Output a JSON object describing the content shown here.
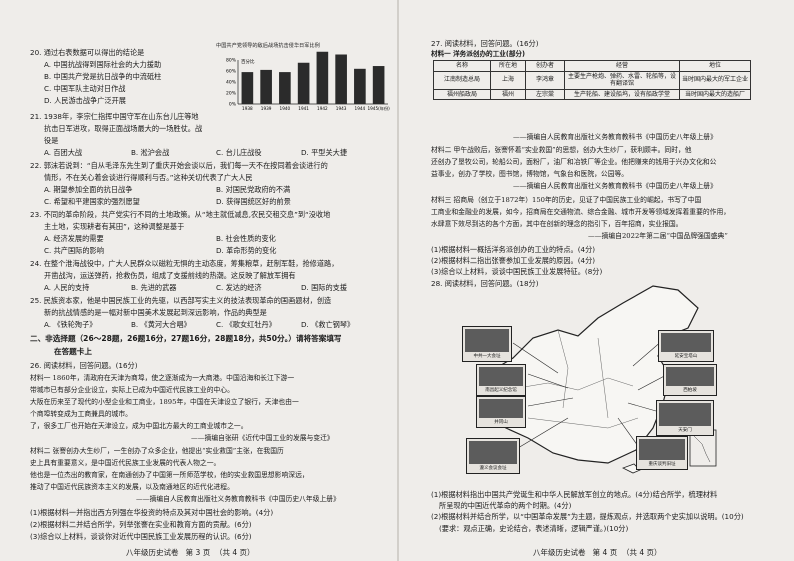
{
  "left": {
    "q20": {
      "stem": "20. 通过右表数据可以得出的结论是",
      "A": "A. 中国抗战得到国际社会的大力援助",
      "B": "B. 中国共产党是抗日战争的中流砥柱",
      "C": "C. 中国军队主动对日作战",
      "D": "D. 人民游击战争广泛开展"
    },
    "q21": {
      "line1": "21. 1938年，李宗仁指挥中国守军在山东台儿庄等地",
      "line2": "抗击日军进攻，取得正面战场最大的一场胜仗。战",
      "line3": "役是",
      "A": "A. 百团大战",
      "B": "B. 淞沪会战",
      "C": "C. 台儿庄战役",
      "D": "D. 平型关大捷"
    },
    "q22": {
      "line1": "22. 郭沫若说到：“自从毛泽东先生到了重庆开始会谈以后，我们每一天不在按同着会谈进行的",
      "line2": "情形，不在关心着会谈进行得顺利与否。”这种关切代表了广大人民",
      "A": "A. 期望参加全面的抗日战争",
      "B": "B. 对国民党政府的不满",
      "C": "C. 希望和平建国家的强烈愿望",
      "D": "D. 获得国统区好的前景"
    },
    "q23": {
      "line1": "23. 不同的革命阶段，共产党实行不同的土地政策。从“地主就低减息,农民交租交息”到“没收地",
      "line2": "主土地，实现耕者有其田”，这种调整是基于",
      "A": "A. 经济发展的需要",
      "B": "B. 社会性质的变化",
      "C": "C. 共产国际的影响",
      "D": "D. 革命形势的变化"
    },
    "q24": {
      "line1": "24. 在整个淮海战役中，广大人民群众以磁粒无惧的主动态度，筹集粮草，赶制军鞋，抢修道路，",
      "line2": "开凿战沟，运送弹药，抢救伤员，组成了支援前线的热潮。这反映了解放军拥有",
      "A": "A. 人民的支持",
      "B": "B. 先进的武器",
      "C": "C. 发达的经济",
      "D": "D. 国际的支援"
    },
    "q25": {
      "line1": "25. 民族资本家，他是中国民族工业的先驱，以西部写实主义的技法表现革命的国画题材，创造",
      "line2": "新的抗战情感的是一幅对新中国美术发展起到深远影响，作品的典型是",
      "A": "A. 《铁轮殉子》",
      "B": "B. 《黄河大合唱》",
      "C": "C. 《歌女红牡丹》",
      "D": "D. 《救亡钢琴》"
    },
    "sec2": {
      "line1": "二、非选择题（26～28题，26题16分，27题16分，28题18分，共50分。）请将答案填写",
      "line2": "在答题卡上"
    },
    "q26": {
      "title": "26. 阅读材料，回答问题。(16分)",
      "m1_l1": "材料一  1860年，清政府在天津为商埠，使之逐渐成为一大商港。中国沿海和长江下游一",
      "m1_l2": "带城市已有部分企业设立，实际上已成为中国近代民族工业的中心。",
      "m1_l3": "大阪在历来至了现代的小型企业和工商业，1895年，中国在天津设立了银行，天津也由一",
      "m1_l4": "个商埠转变成为工商兼具的城市。",
      "m1_l5": "了，很多工厂也开始在天津设立，成为中国北方最大的工商业城市之一。",
      "m1_src": "——摘编自张研《近代中国工业的发展与变迁》",
      "m2_l1": "材料二  张謇创办大生纱厂，一生创办了众多企业，他提出“实业救国”主张，在我国历",
      "m2_l2": "史上具有重要意义，是中国近代民族工业发展的代表人物之一。",
      "m2_l3": "他也是一位杰出的教育家，在南通创办了中国第一所师范学校，他的实业救国思想影响深远，",
      "m2_l4": "推动了中国近代民族资本主义的发展，以及南通地区的近代化进程。",
      "m2_src": "——摘编自人民教育出版社义务教育教科书《中国历史八年级上册》",
      "q1": "(1)根据材料一并指出西方列强在华投资的特点及其对中国社会的影响。(4分)",
      "q2": "(2)根据材料二并结合所学，列举张謇在实业和教育方面的贡献。(6分)",
      "q3": "(3)综合以上材料，谈谈你对近代中国民族工业发展历程的认识。(6分)"
    },
    "footer": {
      "left": "八年级历史试卷",
      "page": "第 3 页",
      "total": "（共 4 页）"
    }
  },
  "chart_data": {
    "type": "bar",
    "title": "中国共产党领导的敌后战场抗击侵华日军比例",
    "unit_label": "百分比",
    "categories": [
      "1938",
      "1939",
      "1940",
      "1941",
      "1942",
      "1943",
      "1944",
      "1945(年份)"
    ],
    "values": [
      58,
      62,
      58,
      75,
      95,
      90,
      64,
      69
    ],
    "yticks": [
      "0%",
      "20%",
      "40%",
      "60%",
      "80%"
    ],
    "ylim": [
      0,
      80
    ]
  },
  "right": {
    "q27": {
      "title": "27. 阅读材料，回答问题。(16分)",
      "m1_caption": "材料一  洋务派创办的工业(部分)",
      "table_headers": [
        "名称",
        "所在地",
        "创办者",
        "经营",
        "地位"
      ],
      "table_rows": [
        [
          "江南制造总局",
          "上海",
          "李鸿章",
          "主要生产枪炮、弹药、水雷、轮船等，设有翻译馆",
          "当时国内最大的军工企业"
        ],
        [
          "福州船政局",
          "福州",
          "左宗棠",
          "生产轮船、建设船坞，设有船政学堂",
          "当时国内最大的造船厂"
        ]
      ],
      "m1_src": "——摘编自人民教育出版社义务教育教科书《中国历史八年级上册》",
      "m2_l1": "材料二  甲午战败后，张謇怀着“实业救国”的思想，创办大生纱厂，获利颇丰。同时，他",
      "m2_l2": "还创办了垦牧公司，轮船公司，面粉厂，油厂和冶铁厂等企业。他把赚来的钱用于兴办文化和公",
      "m2_l3": "益事业，创办了学校，图书馆，博物馆，气象台和医院，公园等。",
      "m2_src": "——摘编自人民教育出版社义务教育教科书《中国历史八年级上册》",
      "m3_l1": "材料三  招商局（创立于1872年）150年的历史，见证了中国民族工业的崛起，书写了中国",
      "m3_l2": "工商业和金融业的发展，如今，招商局在交通物流、综合金融、城市开发等领域发挥着重要的作用，",
      "m3_l3": "水肆意下效尽到达的各个方面，其中在创新的理念的指引下，百年招商，实业报国。",
      "m3_src": "——摘编自2022年第二届“中国品牌强国盛典”",
      "q1": "(1)根据材料一概括洋务派创办的工业的特点。(4分)",
      "q2": "(2)根据材料二指出张謇参加工业发展的原因。(4分)",
      "q3": "(3)综合以上材料，谈谈中国民族工业发展特征。(8分)"
    },
    "q28": {
      "title": "28. 阅读材料，回答问题。(18分)",
      "map_labels": {
        "inset1": "中共一大会址",
        "inset2": "南昌起义纪念馆",
        "inset3": "井冈山",
        "inset4": "遵义会议会址",
        "inset5": "延安宝塔山",
        "inset6": "西柏坡",
        "inset7": "天安门",
        "inset8": "重庆谈判旧址"
      },
      "q1_l1": "(1)根据材料指出中国共产党诞生和中华人民解放军创立的地点。(4分)结合所学，梳理材料",
      "q1_l2": "所呈现的中国近代革命的两个时期。(4分)",
      "q2": "(2)根据材料并结合所学，以“中国革命发展”为主题，提炼观点，并选取两个史实加以说明。(10分)",
      "q2_note": "(要求：观点正确，史论结合，表述清晰，逻辑严谨。)(10分)"
    },
    "footer": {
      "left": "八年级历史试卷",
      "page": "第 4 页",
      "total": "（共 4 页）"
    }
  }
}
